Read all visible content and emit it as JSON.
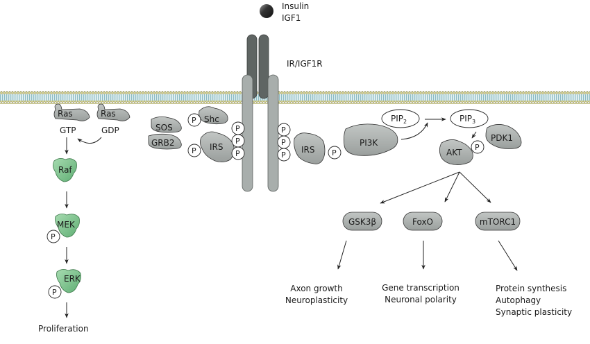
{
  "ligand": {
    "line1": "Insulin",
    "line2": "IGF1"
  },
  "receptor": {
    "label": "IR/IGF1R"
  },
  "phospho": {
    "label": "P"
  },
  "ras_pathway": {
    "ras_gtp": {
      "protein": "Ras",
      "state": "GTP"
    },
    "ras_gdp": {
      "protein": "Ras",
      "state": "GDP"
    },
    "raf": "Raf",
    "mek": "MEK",
    "erk": "ERK",
    "outcome": "Proliferation"
  },
  "adaptors": {
    "sos": "SOS",
    "grb2": "GRB2",
    "shc": "Shc",
    "irs_left": "IRS",
    "irs_right": "IRS"
  },
  "pi3k_pathway": {
    "pi3k": "PI3K",
    "pip2": {
      "base": "PIP",
      "sub": "2"
    },
    "pip3": {
      "base": "PIP",
      "sub": "3"
    },
    "pdk1": "PDK1",
    "akt": "AKT"
  },
  "effectors": [
    {
      "name": "GSK3β",
      "outcomes": [
        "Axon growth",
        "Neuroplasticity"
      ]
    },
    {
      "name": "FoxO",
      "outcomes": [
        "Gene transcription",
        "Neuronal polarity"
      ]
    },
    {
      "name": "mTORC1",
      "outcomes": [
        "Protein synthesis",
        "Autophagy",
        "Synaptic plasticity"
      ]
    }
  ],
  "colors": {
    "gray_protein": "#a9adab",
    "green_protein": "#7ec48f",
    "receptor_dark": "#5f6563",
    "receptor_light": "#a8aeac",
    "membrane_head": "#c9c98a",
    "membrane_tail": "#9fc6cc"
  }
}
